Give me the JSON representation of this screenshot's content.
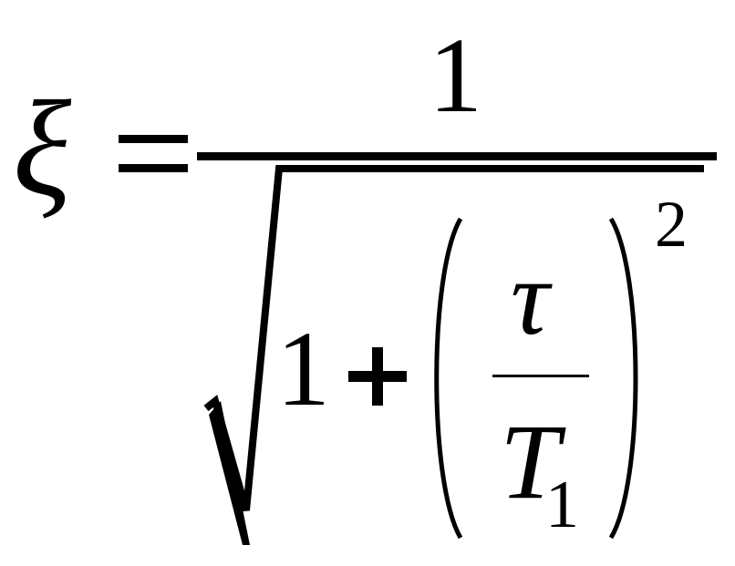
{
  "formula": {
    "lhs_symbol": "ξ",
    "equals_sign": "=",
    "numerator": "1",
    "denominator": {
      "one": "1",
      "plus": "+",
      "inner_numerator": "τ",
      "inner_denominator_base": "T",
      "inner_denominator_subscript": "1",
      "exponent": "2"
    }
  },
  "colors": {
    "ink": "#000000",
    "background": "#ffffff"
  }
}
